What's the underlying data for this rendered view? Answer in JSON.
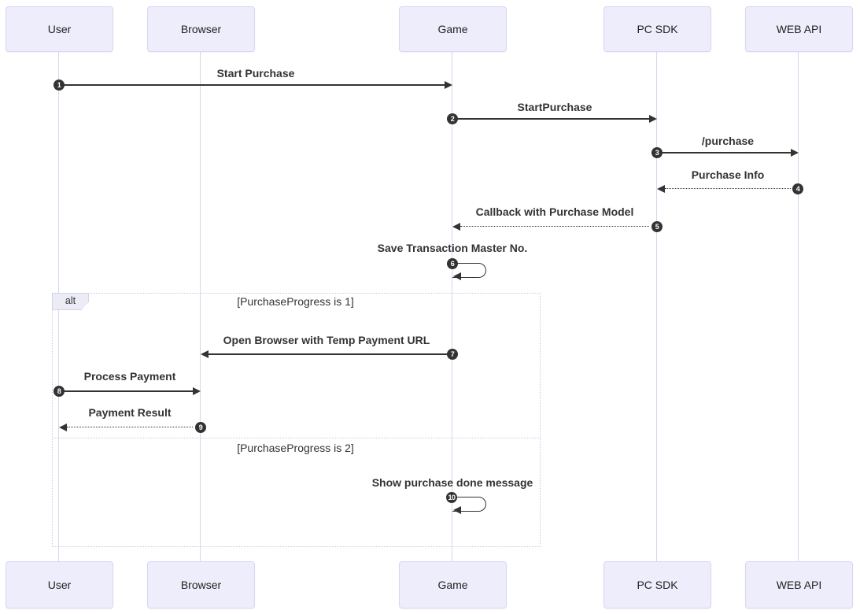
{
  "actors": [
    {
      "name": "User"
    },
    {
      "name": "Browser"
    },
    {
      "name": "Game"
    },
    {
      "name": "PC SDK"
    },
    {
      "name": "WEB API"
    }
  ],
  "messages": [
    {
      "num": "1",
      "label": "Start Purchase",
      "from": "User",
      "to": "Game",
      "line": "solid"
    },
    {
      "num": "2",
      "label": "StartPurchase",
      "from": "Game",
      "to": "PC SDK",
      "line": "solid"
    },
    {
      "num": "3",
      "label": "/purchase",
      "from": "PC SDK",
      "to": "WEB API",
      "line": "solid"
    },
    {
      "num": "4",
      "label": "Purchase Info",
      "from": "WEB API",
      "to": "PC SDK",
      "line": "dotted"
    },
    {
      "num": "5",
      "label": "Callback with Purchase Model",
      "from": "PC SDK",
      "to": "Game",
      "line": "dotted"
    },
    {
      "num": "6",
      "label": "Save Transaction Master No.",
      "from": "Game",
      "to": "Game",
      "line": "self-loop"
    },
    {
      "num": "7",
      "label": "Open Browser with Temp Payment URL",
      "from": "Game",
      "to": "Browser",
      "line": "solid"
    },
    {
      "num": "8",
      "label": "Process Payment",
      "from": "User",
      "to": "Browser",
      "line": "solid"
    },
    {
      "num": "9",
      "label": "Payment Result",
      "from": "Browser",
      "to": "User",
      "line": "dotted"
    },
    {
      "num": "10",
      "label": "Show purchase done message",
      "from": "Game",
      "to": "Game",
      "line": "self-loop"
    }
  ],
  "alt_frame": {
    "label": "alt",
    "sections": [
      {
        "condition": "[PurchaseProgress is 1]"
      },
      {
        "condition": "[PurchaseProgress is 2]"
      }
    ]
  },
  "colors": {
    "actor_fill": "#eeedfb",
    "actor_border": "#d9d6f0",
    "lifeline": "#d8d6ec",
    "arrow": "#333333",
    "badge_bg": "#333333",
    "frame_border": "#c9c7e6"
  }
}
